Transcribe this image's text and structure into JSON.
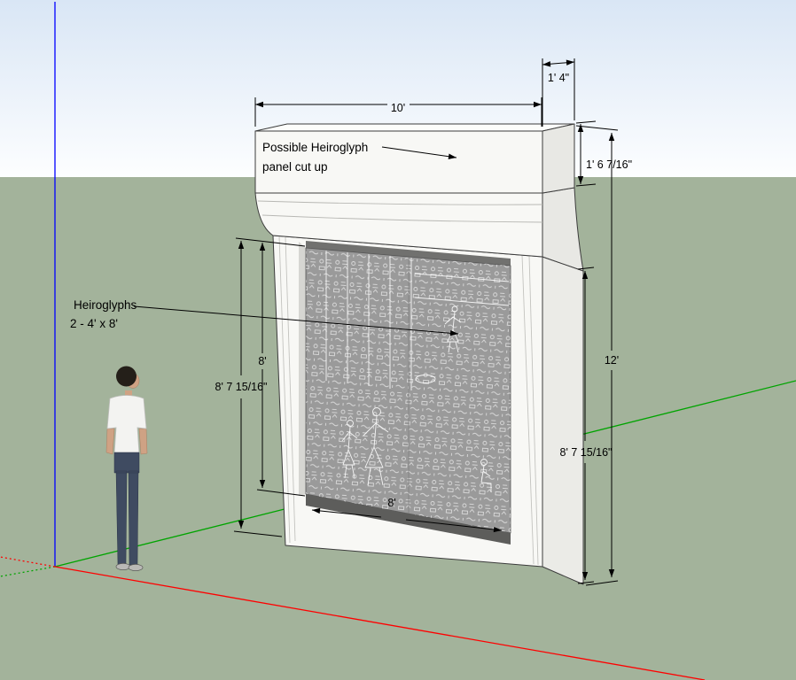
{
  "viewport": {
    "annotations": {
      "panel_note_line1": "Possible Heiroglyph",
      "panel_note_line2": "panel cut up",
      "glyph_note_line1": "Heiroglyphs",
      "glyph_note_line2": "2 - 4' x 8'"
    },
    "dimensions": {
      "cap_width": "10'",
      "cap_depth": "1' 4\"",
      "cap_height": "1' 6 7/16\"",
      "panel_height": "8'",
      "left_height": "8' 7 15/16\"",
      "total_height": "12'",
      "right_height": "8' 7 15/16\"",
      "panel_width": "8'"
    },
    "colors": {
      "sky_top": "#d9e6f5",
      "sky_horizon": "#fdfeff",
      "ground": "#a3b39b",
      "axis_red": "#ff0000",
      "axis_green": "#00a400",
      "axis_blue": "#0000ff",
      "wall_face": "#f8f8f5",
      "wall_side": "#e9e9e5",
      "panel_gray": "#9a9a9a",
      "panel_shadow": "#5d5d5b",
      "dimension_text": "#000000"
    }
  }
}
